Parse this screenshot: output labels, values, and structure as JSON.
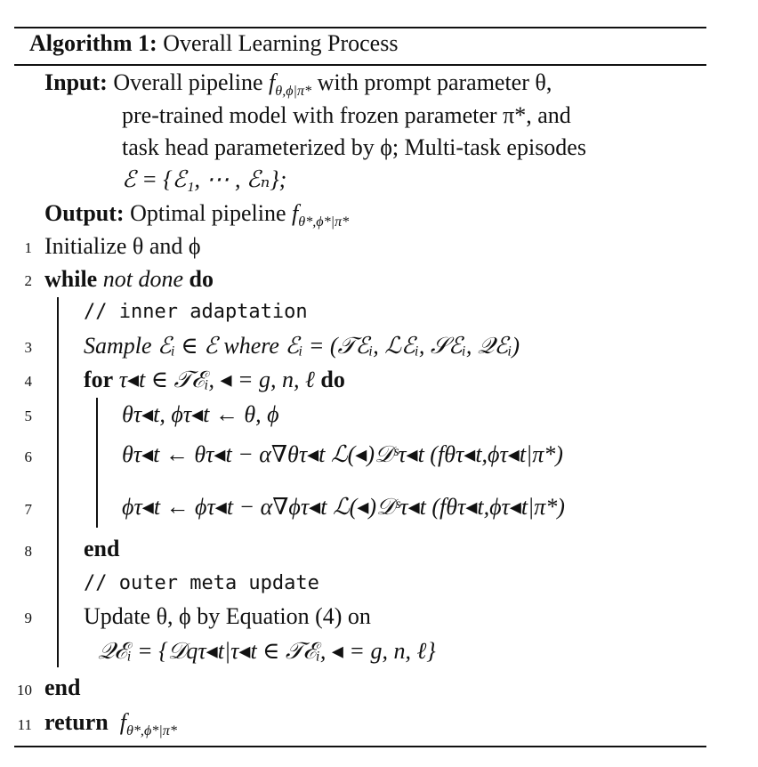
{
  "caption": {
    "label": "Algorithm 1:",
    "title": "Overall Learning Process"
  },
  "input": {
    "label": "Input:",
    "line1_pre": "Overall pipeline ",
    "line1_math": "f",
    "line1_sub": "θ,ϕ|π*",
    "line1_post": " with prompt parameter θ,",
    "line2": "pre-trained model with frozen parameter π*, and",
    "line3": "task head parameterized by ϕ; Multi-task episodes",
    "line4": "ℰ = {ℰ₁, ⋯ , ℰₙ};"
  },
  "output": {
    "label": "Output:",
    "text_pre": "Optimal pipeline ",
    "math": "f",
    "sub": "θ*,ϕ*|π*"
  },
  "steps": [
    {
      "num": "1",
      "text": "Initialize θ and ϕ"
    },
    {
      "num": "2",
      "kw1": "while",
      "cond": "not done",
      "kw2": "do"
    },
    {
      "comment": "// inner adaptation"
    },
    {
      "num": "3",
      "text": "Sample ℰᵢ ∈ ℰ where ℰᵢ = (𝒯ℰᵢ, ℒℰᵢ, 𝒮ℰᵢ, 𝒬ℰᵢ)"
    },
    {
      "num": "4",
      "kw1": "for",
      "text": "τ◂t ∈ 𝒯ℰᵢ, ◂ = g, n, ℓ",
      "kw2": "do"
    },
    {
      "num": "5",
      "text": "θτ◂t, ϕτ◂t ← θ, ϕ"
    },
    {
      "num": "6",
      "text": "θτ◂t ← θτ◂t − α∇θτ◂t ℒ(◂)𝒟ˢτ◂t (fθτ◂t,ϕτ◂t|π*)"
    },
    {
      "num": "7",
      "text": "ϕτ◂t ← ϕτ◂t − α∇ϕτ◂t ℒ(◂)𝒟ˢτ◂t (fθτ◂t,ϕτ◂t|π*)"
    },
    {
      "num": "8",
      "kw1": "end"
    },
    {
      "comment": "// outer meta update"
    },
    {
      "num": "9",
      "text": "Update θ, ϕ by Equation (4) on"
    },
    {
      "text": "𝒬ℰᵢ = {𝒟qτ◂t|τ◂t ∈ 𝒯ℰᵢ, ◂ = g, n, ℓ}"
    },
    {
      "num": "10",
      "kw1": "end"
    },
    {
      "num": "11",
      "kw1": "return",
      "math": "f",
      "sub": "θ*,ϕ*|π*"
    }
  ]
}
